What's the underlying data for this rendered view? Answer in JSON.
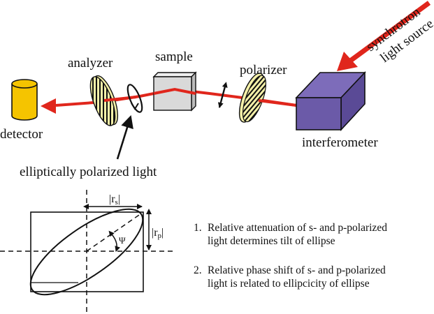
{
  "diagram": {
    "title": "Ellipsometry setup with synchrotron light source",
    "colors": {
      "beam": "#e0261c",
      "detector_fill": "#f5c400",
      "polarizer_fill": "#f4f0a8",
      "sample_fill": "#d9d9d9",
      "interferometer_fill": "#6b5aa8",
      "outline": "#111111"
    },
    "components": {
      "detector": "detector",
      "analyzer": "analyzer",
      "sample": "sample",
      "polarizer": "polarizer",
      "interferometer": "interferometer",
      "source_line1": "synchrotron",
      "source_line2": "light source"
    },
    "callout": "elliptically polarized light",
    "ellipse_figure": {
      "rs_label": "|r",
      "rs_sub": "s",
      "rp_label": "|r",
      "rp_sub": "p",
      "abs_close": "|",
      "angle_symbol": "Ψ"
    },
    "notes": [
      {
        "num": "1.",
        "line1": "Relative attenuation of s- and p-polarized",
        "line2": "light determines tilt of ellipse"
      },
      {
        "num": "2.",
        "line1": "Relative phase shift of s- and p-polarized",
        "line2": "light is related to ellipcicity of ellipse"
      }
    ]
  }
}
